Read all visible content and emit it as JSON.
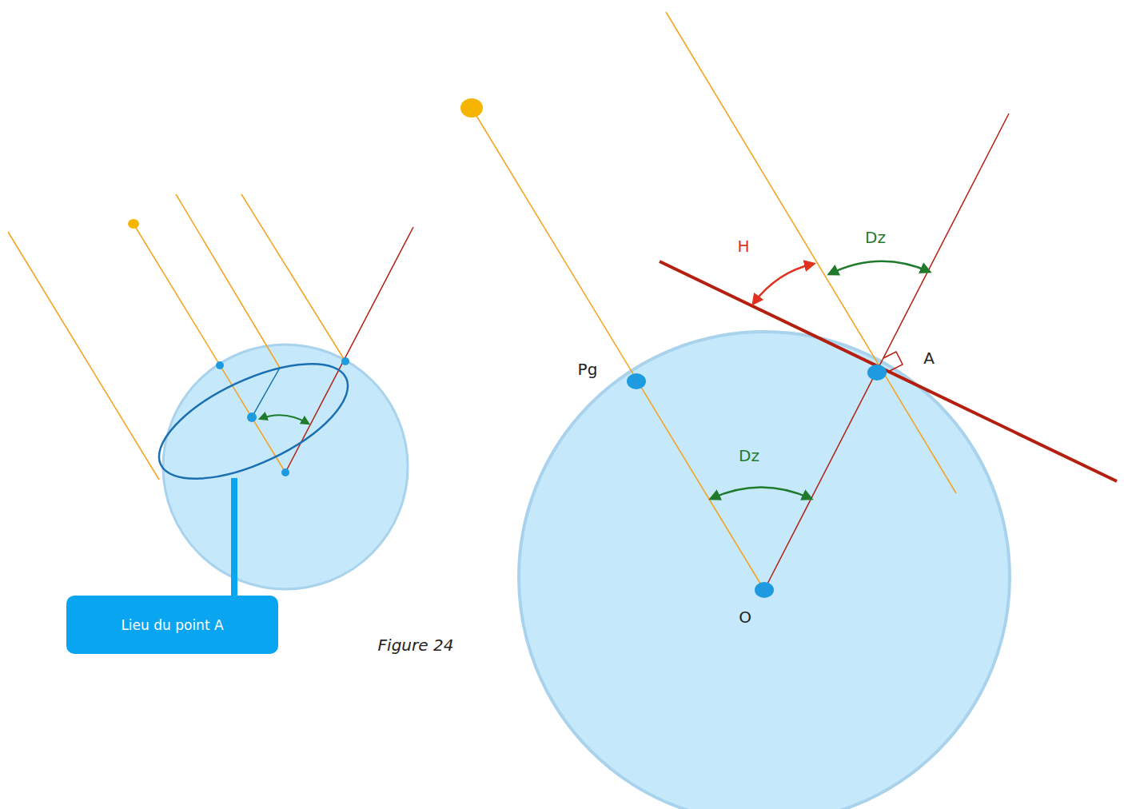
{
  "diagram": {
    "nodes": [
      {
        "text": [
          "Lieu du point A"
        ]
      }
    ],
    "labels": [
      "Figure 24",
      "H",
      "Dz",
      "Dz",
      "Pg",
      "A",
      "O"
    ]
  }
}
